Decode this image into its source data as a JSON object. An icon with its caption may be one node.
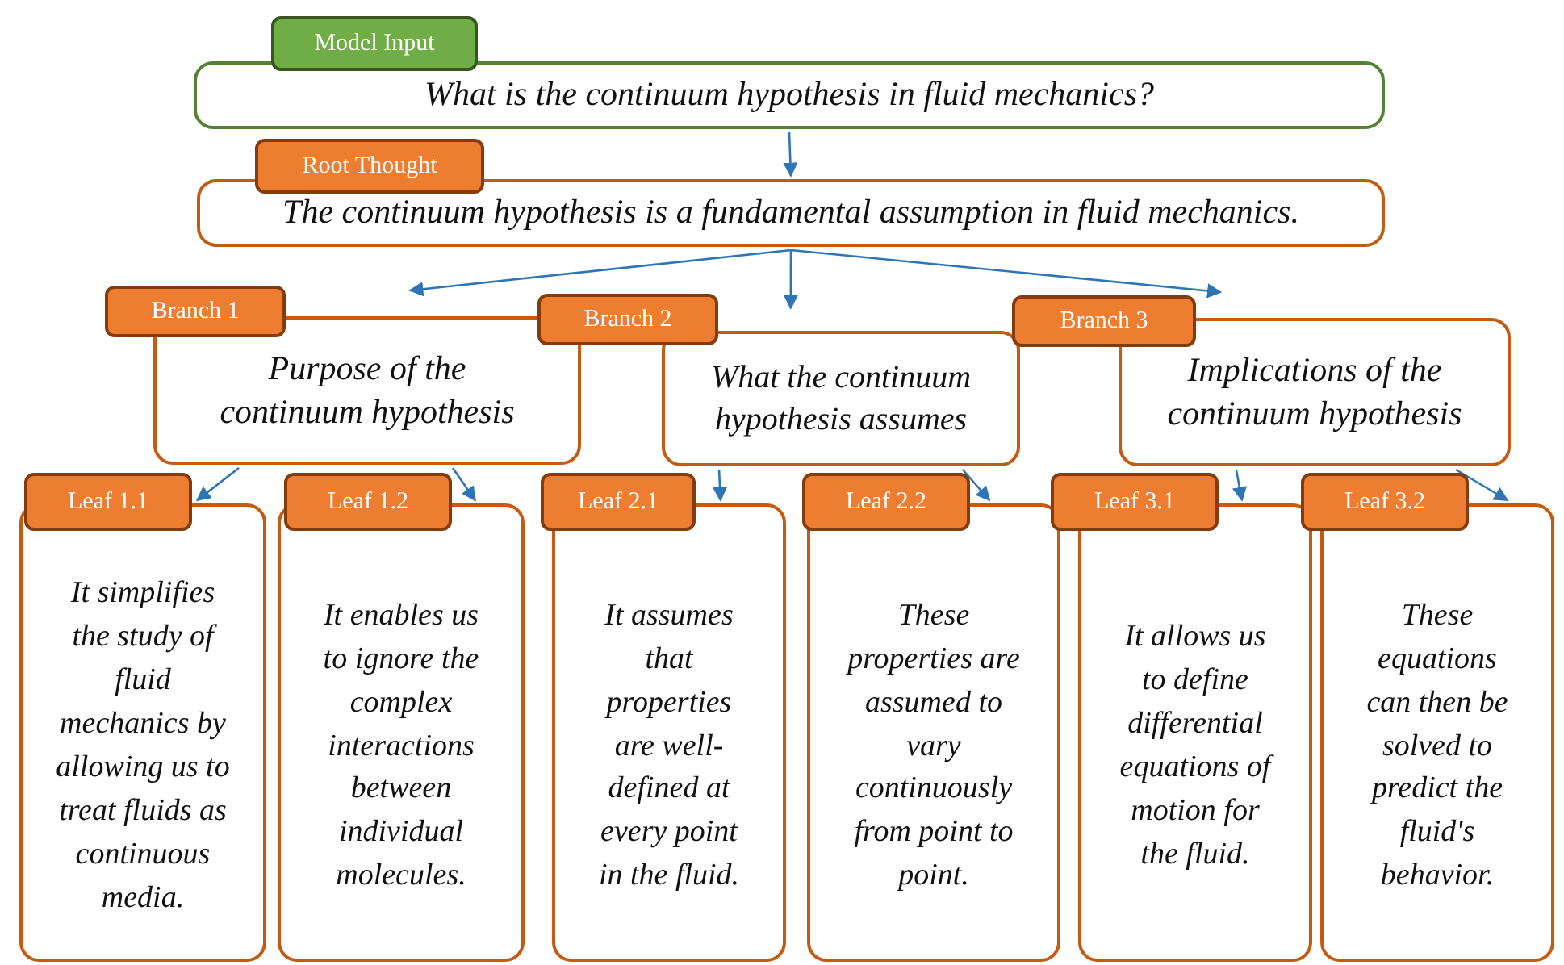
{
  "diagram": {
    "nodes": [
      {
        "text": [
          "Model Input",
          "What is the continuum hypothesis in fluid mechanics?"
        ]
      },
      {
        "text": [
          "Root Thought",
          "The continuum hypothesis is a fundamental assumption in fluid mechanics."
        ]
      },
      {
        "text": [
          "Branch 1",
          "Purpose of the continuum hypothesis"
        ]
      },
      {
        "text": [
          "Branch 2",
          "What the continuum hypothesis assumes"
        ]
      },
      {
        "text": [
          "Branch 3",
          "Implications of the continuum hypothesis"
        ]
      },
      {
        "text": [
          "Leaf 1.1",
          "It simplifies the study of fluid mechanics by allowing us to treat fluids as continuous media."
        ]
      },
      {
        "text": [
          "Leaf 1.2",
          "It enables us to ignore the complex interactions between individual molecules."
        ]
      },
      {
        "text": [
          "Leaf 2.1",
          "It assumes that properties are well-defined at every point in the fluid."
        ]
      },
      {
        "text": [
          "Leaf 2.2",
          "These properties are assumed to vary continuously from point to point."
        ]
      },
      {
        "text": [
          "Leaf 3.1",
          "It allows us to define differential equations of motion for the fluid."
        ]
      },
      {
        "text": [
          "Leaf 3.2",
          "These equations can then be solved to predict the fluid's behavior."
        ]
      }
    ],
    "edges": [
      {
        "from": 0,
        "to": 1,
        "arrow": "to"
      },
      {
        "from": 1,
        "to": 2,
        "arrow": "to"
      },
      {
        "from": 1,
        "to": 3,
        "arrow": "to"
      },
      {
        "from": 1,
        "to": 4,
        "arrow": "to"
      },
      {
        "from": 2,
        "to": 5,
        "arrow": "to"
      },
      {
        "from": 2,
        "to": 6,
        "arrow": "to"
      },
      {
        "from": 3,
        "to": 7,
        "arrow": "to"
      },
      {
        "from": 3,
        "to": 8,
        "arrow": "to"
      },
      {
        "from": 4,
        "to": 9,
        "arrow": "to"
      },
      {
        "from": 4,
        "to": 10,
        "arrow": "to"
      }
    ]
  }
}
